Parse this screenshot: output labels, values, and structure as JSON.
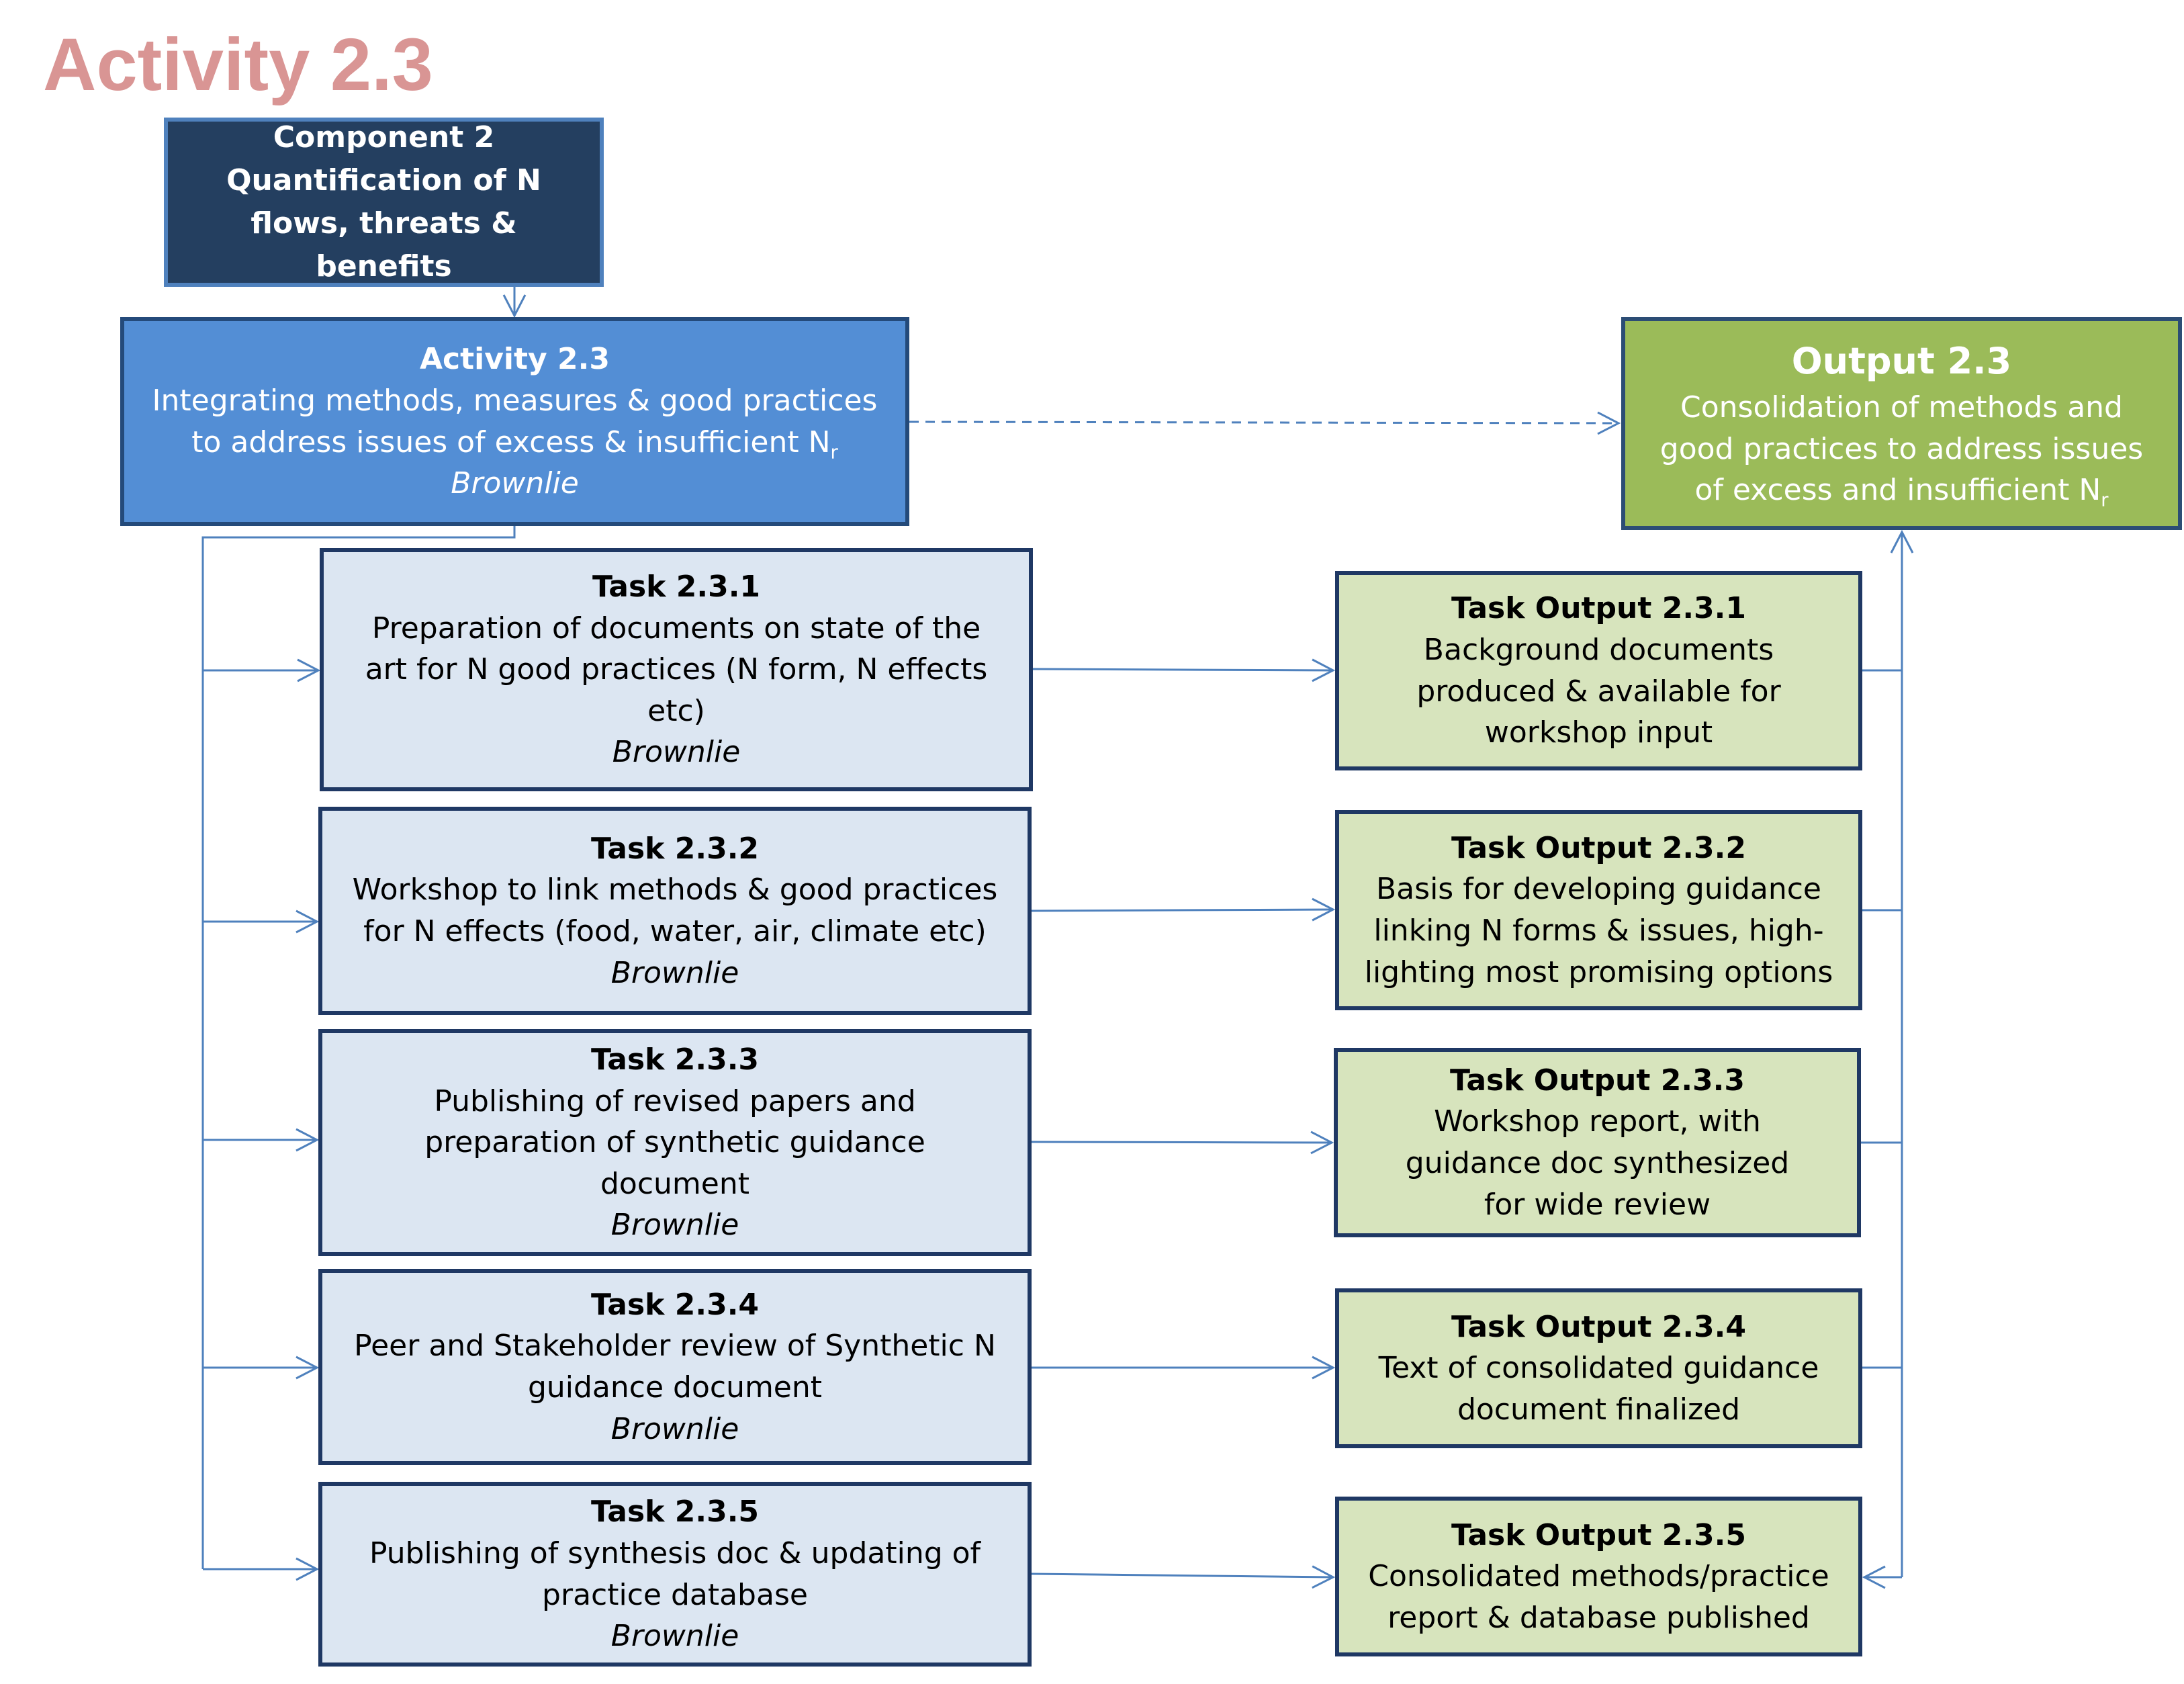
{
  "title": "Activity 2.3",
  "colors": {
    "title": "#D99594",
    "component_fill": "#243F60",
    "activity_fill": "#538ED5",
    "output_fill": "#9BBB59",
    "task_fill": "#DCE6F2",
    "task_output_fill": "#D7E4BD",
    "connector": "#4F81BD"
  },
  "component": {
    "lines": [
      "Component 2",
      "Quantification of N",
      "flows, threats & benefits"
    ]
  },
  "activity": {
    "heading": "Activity 2.3",
    "line1": "Integrating methods, measures & good practices",
    "line2": "to address issues of excess & insufficient N",
    "subscript": "r",
    "owner": "Brownlie"
  },
  "output": {
    "heading": "Output 2.3",
    "line1": "Consolidation of methods and",
    "line2": "good practices to address issues",
    "line3": "of excess and insufficient N",
    "subscript": "r"
  },
  "tasks": [
    {
      "heading": "Task 2.3.1",
      "lines": [
        "Preparation of documents on state of the",
        "art for N good practices (N form, N effects",
        "etc)"
      ],
      "owner": "Brownlie"
    },
    {
      "heading": "Task 2.3.2",
      "lines": [
        "Workshop to link methods & good practices",
        "for N effects (food, water, air, climate etc)"
      ],
      "owner": "Brownlie"
    },
    {
      "heading": "Task 2.3.3",
      "lines": [
        "Publishing of revised papers and",
        "preparation of synthetic guidance",
        "document"
      ],
      "owner": "Brownlie"
    },
    {
      "heading": "Task 2.3.4",
      "lines": [
        "Peer and Stakeholder review of Synthetic N",
        "guidance document"
      ],
      "owner": "Brownlie"
    },
    {
      "heading": "Task 2.3.5",
      "lines": [
        "Publishing of synthesis doc & updating of",
        "practice database"
      ],
      "owner": "Brownlie"
    }
  ],
  "task_outputs": [
    {
      "heading": "Task Output 2.3.1",
      "lines": [
        "Background documents",
        "produced & available for",
        "workshop input"
      ]
    },
    {
      "heading": "Task Output 2.3.2",
      "lines": [
        "Basis for developing guidance",
        "linking N forms & issues, high-",
        "lighting most promising options"
      ]
    },
    {
      "heading": "Task Output 2.3.3",
      "lines": [
        "Workshop report, with",
        "guidance doc synthesized",
        "for wide review"
      ]
    },
    {
      "heading": "Task Output 2.3.4",
      "lines": [
        "Text of consolidated guidance",
        "document finalized"
      ]
    },
    {
      "heading": "Task Output 2.3.5",
      "lines": [
        "Consolidated methods/practice",
        "report & database published"
      ]
    }
  ]
}
